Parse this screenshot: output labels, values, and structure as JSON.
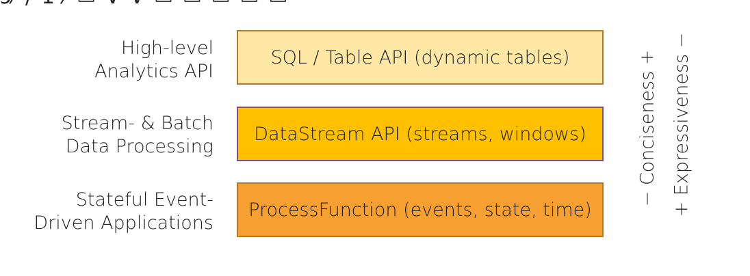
{
  "top_fragment": "ɔ⁄ / 1  ⁄ ▭ ∨ ∨ ▭ ▭ ▭ ▭ ▭",
  "layers": [
    {
      "label_lines": [
        "High-level",
        "Analytics API"
      ],
      "box_text": "SQL / Table API (dynamic tables)",
      "fill": "#FFE8A5",
      "border": "#B07A2C"
    },
    {
      "label_lines": [
        "Stream- & Batch",
        "Data Processing"
      ],
      "box_text": "DataStream API (streams, windows)",
      "fill": "#FFC000",
      "border": "#7B4FA0"
    },
    {
      "label_lines": [
        "Stateful Event-",
        "Driven Applications"
      ],
      "box_text": "ProcessFunction (events, state, time)",
      "fill": "#F5A031",
      "border": "#B07A2C"
    }
  ],
  "axes": {
    "conciseness": "−  Conciseness  +",
    "expressiveness": "+  Expressiveness  −"
  }
}
